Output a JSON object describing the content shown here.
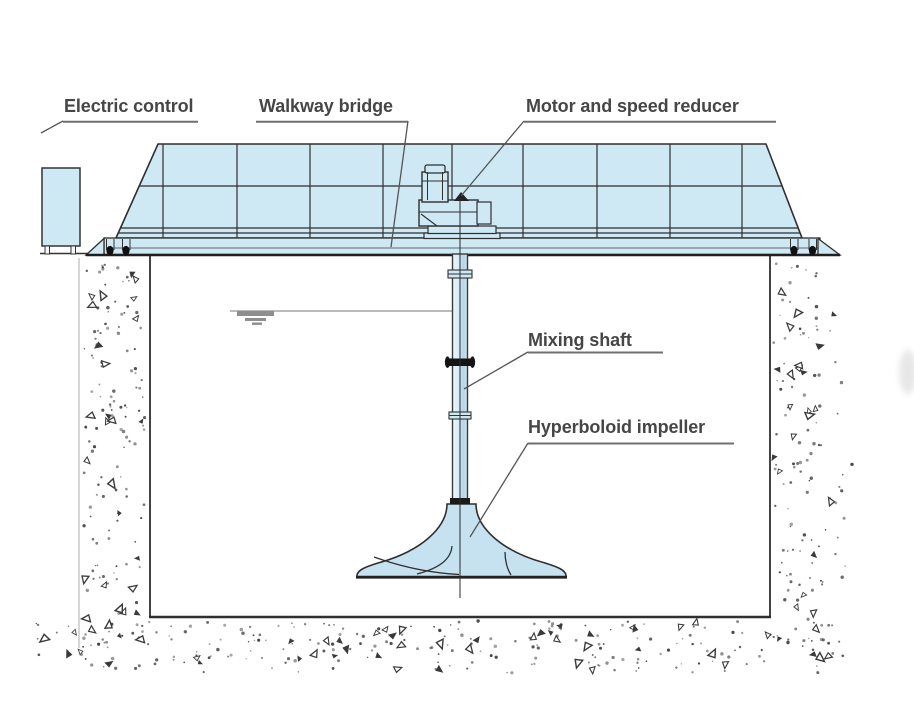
{
  "diagram": {
    "type": "equipment-cross-section",
    "subject": "hyperboloid mixer installed in a tank"
  },
  "labels": {
    "electric_control": "Electric control",
    "walkway_bridge": "Walkway bridge",
    "motor_speed_reducer": "Motor and speed reducer",
    "mixing_shaft": "Mixing shaft",
    "hyperboloid_impeller": "Hyperboloid impeller"
  },
  "colors": {
    "fill_light_blue": "#cee8f4",
    "impeller_blue": "#c6e2f0",
    "outline_dark": "#2f2f2f",
    "label_text": "#464646",
    "underline_gray": "#6f6f6f",
    "leader_gray": "#555555",
    "coupling_black": "#141414",
    "water_symbol_gray": "#8e8e8e",
    "concrete_texture": "#3a3a3a",
    "background": "#ffffff"
  }
}
